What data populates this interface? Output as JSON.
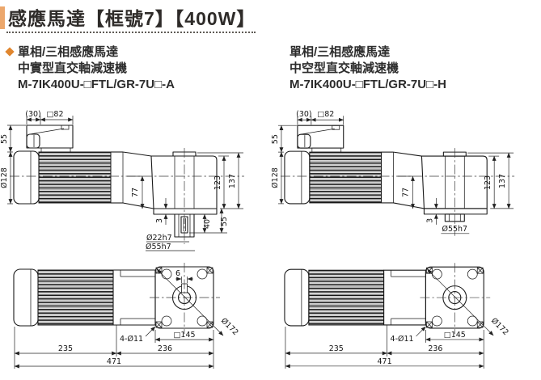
{
  "title": "感應馬達【框號7】【400W】",
  "sections": {
    "left": {
      "line1": "單相/三相感應馬達",
      "line2": "中實型直交軸減速機",
      "model": "M-7IK400U-□FTL/GR-7U□-A"
    },
    "right": {
      "line1": "單相/三相感應馬達",
      "line2": "中空型直交軸減速機",
      "model": "M-7IK400U-□FTL/GR-7U□-H"
    }
  },
  "colors": {
    "accent_bar": "#eca76c",
    "bullet": "#e0862e",
    "linework": "#1a1a1a"
  },
  "drawings": {
    "solid_side": {
      "dim_30": "(30)",
      "dim_sq82": "□82",
      "dim_55_top": "55",
      "dim_dia128": "Ø128",
      "dim_77": "77",
      "dim_123": "123",
      "dim_137": "137",
      "dim_3": "3",
      "dim_40": "40",
      "dim_55_shaft": "55",
      "label_dia22": "Ø22h7",
      "label_dia55": "Ø55h7"
    },
    "hollow_side": {
      "dim_30": "(30)",
      "dim_sq82": "□82",
      "dim_55_top": "55",
      "dim_dia128": "Ø128",
      "dim_77": "77",
      "dim_123": "123",
      "dim_137": "137",
      "dim_3": "3",
      "label_dia55": "Ø55h7"
    },
    "solid_top": {
      "dim_key6": "6",
      "dim_dia172": "Ø172",
      "label_holes": "4-Ø11",
      "dim_sq145": "□145",
      "dim_235": "235",
      "dim_236": "236",
      "dim_471": "471"
    },
    "hollow_top": {
      "dim_dia172": "Ø172",
      "label_holes": "4-Ø11",
      "dim_sq145": "□145",
      "dim_235": "235",
      "dim_236": "236",
      "dim_471": "471"
    }
  }
}
